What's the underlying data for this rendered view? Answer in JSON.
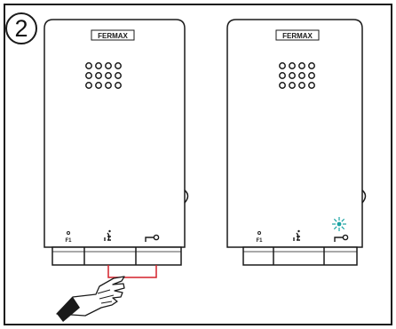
{
  "step": {
    "number": "2"
  },
  "intercoms": [
    {
      "brand": "FERMAX",
      "buttons": {
        "f1_label": "F1"
      },
      "indicator": "none"
    },
    {
      "brand": "FERMAX",
      "buttons": {
        "f1_label": "F1"
      },
      "indicator": "blue-led-blinking"
    }
  ],
  "colors": {
    "outline": "#1a1a1a",
    "highlight_line": "#d4202a",
    "led": "#1aa3a3"
  },
  "icons": {
    "f1_button": "f1-dot-icon",
    "call_button": "handset-icon",
    "door_button": "key-icon",
    "pointer": "pointing-hand-icon"
  }
}
